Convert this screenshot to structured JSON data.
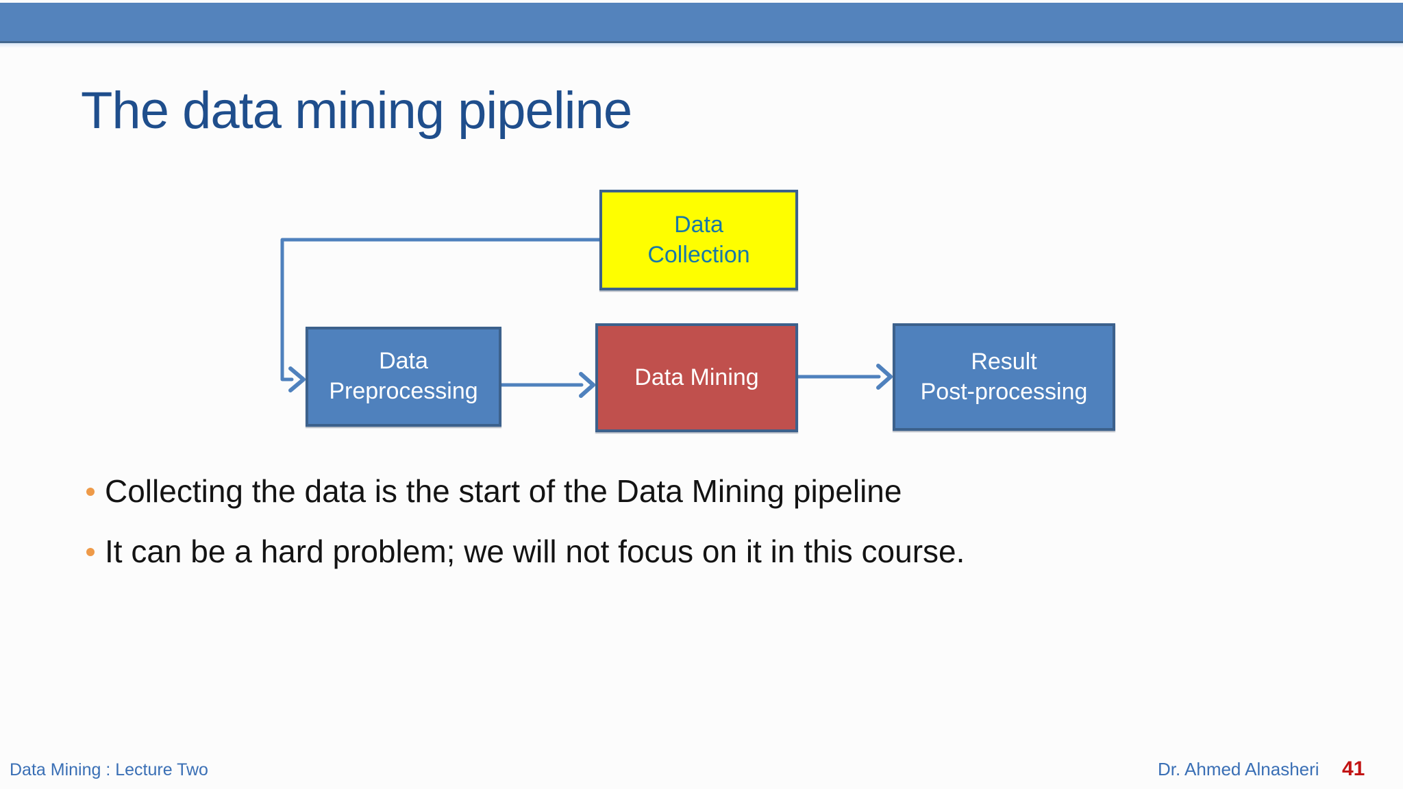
{
  "slide": {
    "title": "The data mining pipeline",
    "bullets": [
      "Collecting the data is the start of the Data Mining pipeline",
      "It can be a hard problem; we will not focus on it in this course."
    ],
    "footer_left": "Data Mining : Lecture Two",
    "footer_right": "Dr. Ahmed Alnasheri",
    "page_number": "41"
  },
  "diagram": {
    "nodes": [
      {
        "id": "data-collection",
        "label": "Data\nCollection",
        "fill": "#FEFE00",
        "text_color": "#1878A8"
      },
      {
        "id": "data-preprocessing",
        "label": "Data\nPreprocessing",
        "fill": "#4F81BD",
        "text_color": "#FFFFFF"
      },
      {
        "id": "data-mining",
        "label": "Data Mining",
        "fill": "#C0504D",
        "text_color": "#FFFFFF"
      },
      {
        "id": "result-post-processing",
        "label": "Result\nPost-processing",
        "fill": "#4F81BD",
        "text_color": "#FFFFFF"
      }
    ],
    "edges": [
      {
        "from": "data-collection",
        "to": "data-preprocessing",
        "shape": "elbow-left-down"
      },
      {
        "from": "data-preprocessing",
        "to": "data-mining",
        "shape": "straight"
      },
      {
        "from": "data-mining",
        "to": "result-post-processing",
        "shape": "straight"
      }
    ]
  },
  "theme": {
    "background": "#FCFCFC",
    "header_bar_color": "#5483BC",
    "header_bar_edge": "#44678E",
    "title_color": "#1F4E8C",
    "connector_color": "#4F81BD",
    "node_border_color": "#3C618C",
    "bullet_dot_color": "#EE9A49",
    "body_text_color": "#131313",
    "footer_text_color": "#3A6FB5",
    "page_number_color": "#C21414"
  }
}
